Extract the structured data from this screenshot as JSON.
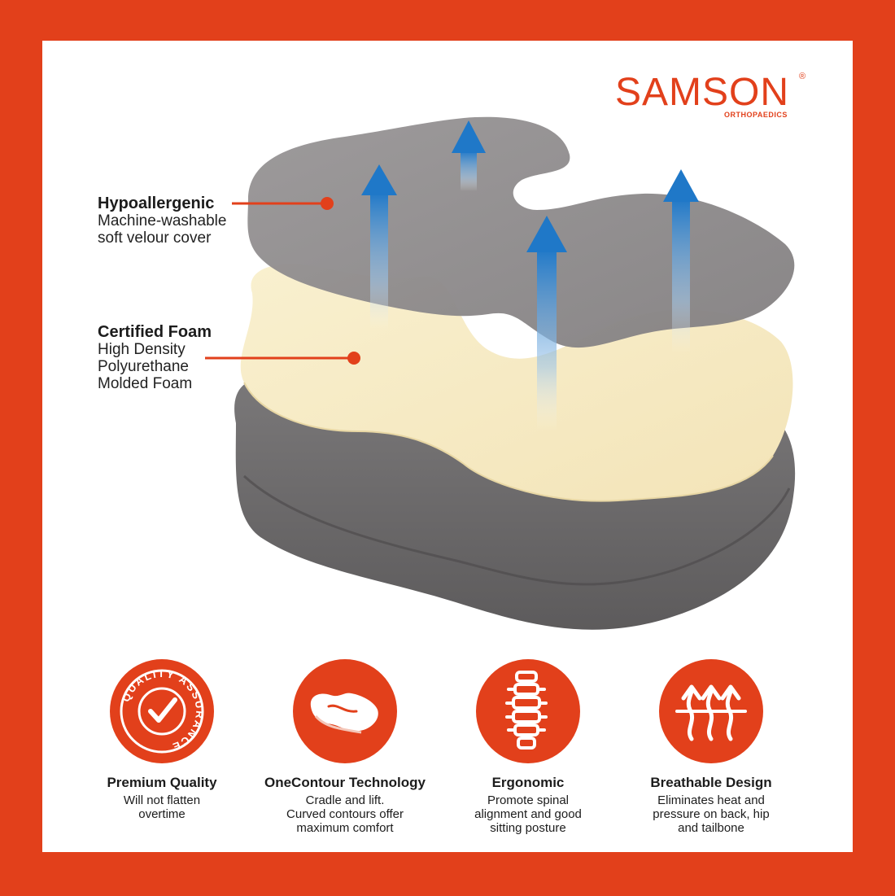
{
  "brand": {
    "name": "SAMSON",
    "subtitle": "ORTHOPAEDICS",
    "registered": "®"
  },
  "callouts": [
    {
      "title": "Hypoallergenic",
      "lines": [
        "Machine-washable",
        "soft velour cover"
      ]
    },
    {
      "title": "Certified Foam",
      "lines": [
        "High Density",
        "Polyurethane",
        "Molded Foam"
      ]
    }
  ],
  "features": [
    {
      "icon": "quality-assurance-icon",
      "badge_text": "QUALITY ASSURANCE",
      "title": "Premium Quality",
      "description": "Will not flatten\novertime"
    },
    {
      "icon": "contour-cushion-icon",
      "title": "OneContour Technology",
      "description": "Cradle and lift.\nCurved contours offer\nmaximum comfort"
    },
    {
      "icon": "spine-icon",
      "title": "Ergonomic",
      "description": "Promote spinal\nalignment and good\nsitting posture"
    },
    {
      "icon": "airflow-arrows-icon",
      "title": "Breathable Design",
      "description": "Eliminates heat and\npressure on back, hip\nand tailbone"
    }
  ],
  "colors": {
    "accent": "#e2401b",
    "cover": "#8f8c8d",
    "foam": "#f7ecc8",
    "base": "#6f6d6e",
    "arrow": "#1f78c8"
  }
}
